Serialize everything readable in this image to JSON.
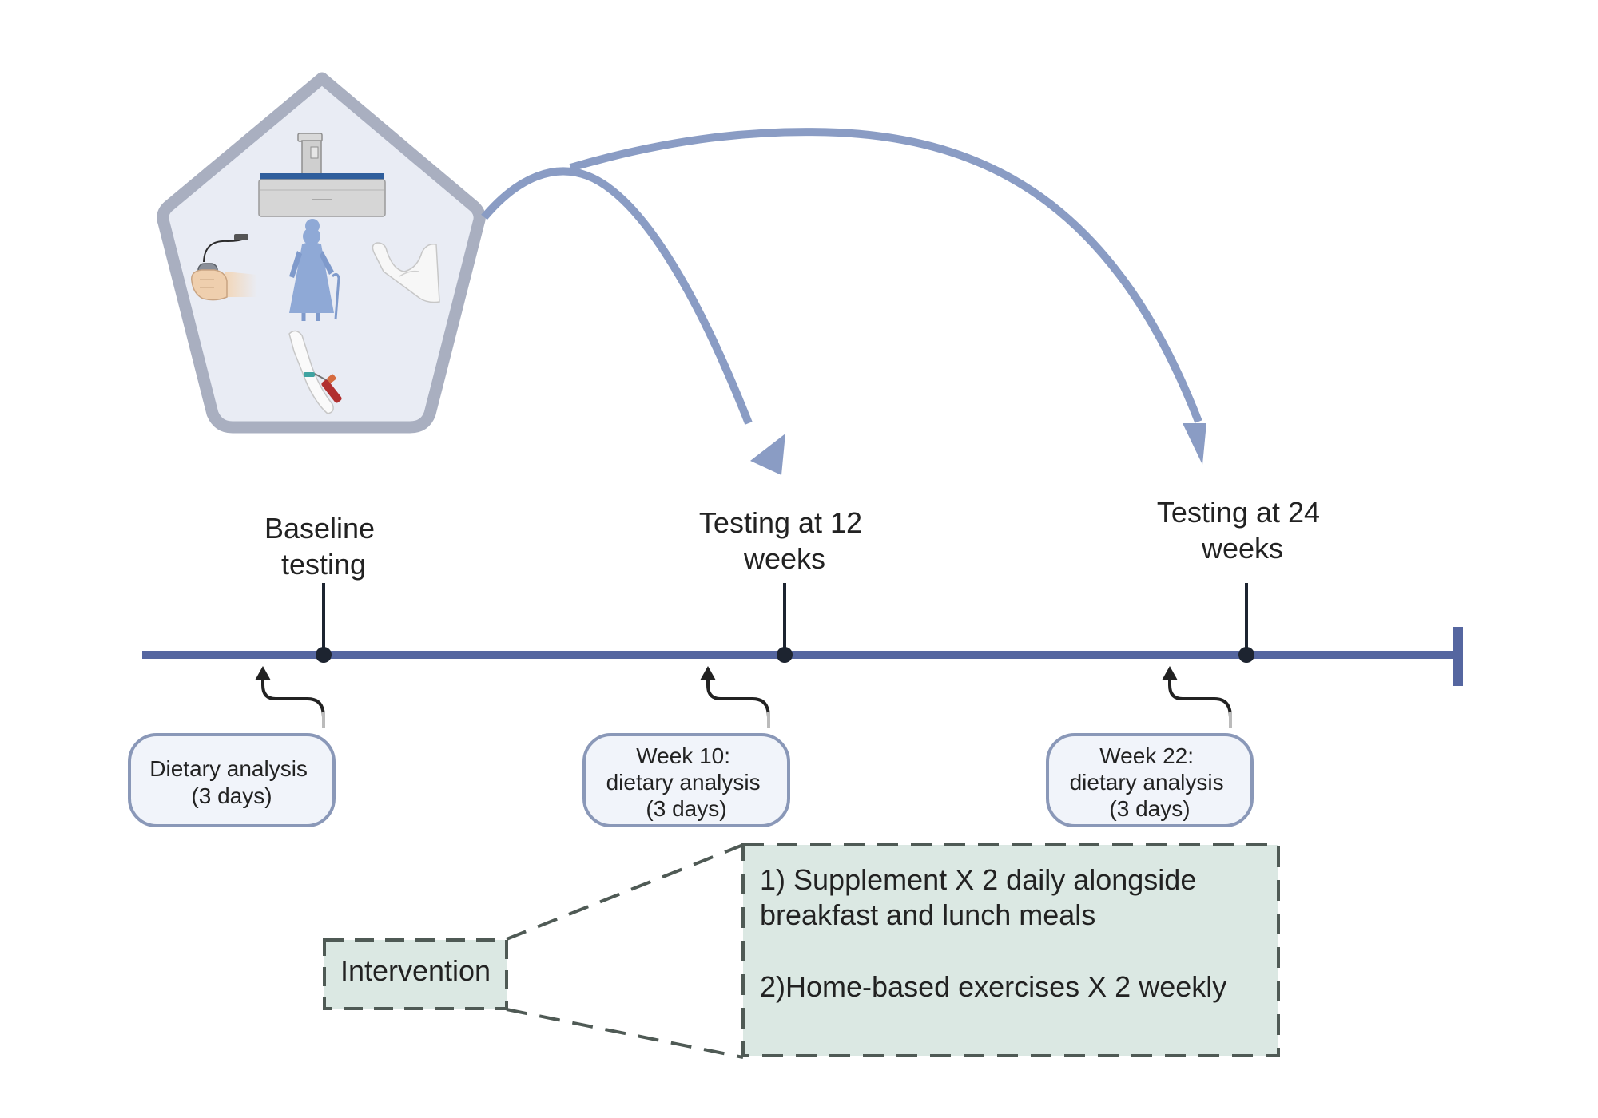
{
  "milestones": {
    "baseline": [
      "Baseline",
      "testing"
    ],
    "week12": [
      "Testing at 12",
      "weeks"
    ],
    "week24": [
      "Testing at 24",
      "weeks"
    ]
  },
  "diet_boxes": {
    "baseline": [
      "Dietary analysis",
      "(3 days)"
    ],
    "week10": [
      "Week 10:",
      "dietary analysis",
      "(3 days)"
    ],
    "week22": [
      "Week 22:",
      "dietary analysis",
      "(3 days)"
    ]
  },
  "intervention": {
    "label": "Intervention",
    "lines": [
      "1) Supplement X 2 daily alongside",
      "breakfast and lunch meals",
      "2)Home-based exercises X 2 weekly"
    ]
  },
  "colors": {
    "timeline": "#5566a0",
    "arrow": "#8a9cc4",
    "pentagon_fill": "#e9ecf4",
    "pentagon_stroke": "#a9afc0",
    "diet_box_fill": "#f1f4fa",
    "diet_box_stroke": "#8a98b8",
    "intervention_fill": "#dbe8e3",
    "intervention_stroke": "#4f5a55"
  },
  "icons": [
    "dexa-scanner-icon",
    "grip-dynamometer-icon",
    "older-person-icon",
    "flexed-arm-icon",
    "blood-draw-icon"
  ]
}
